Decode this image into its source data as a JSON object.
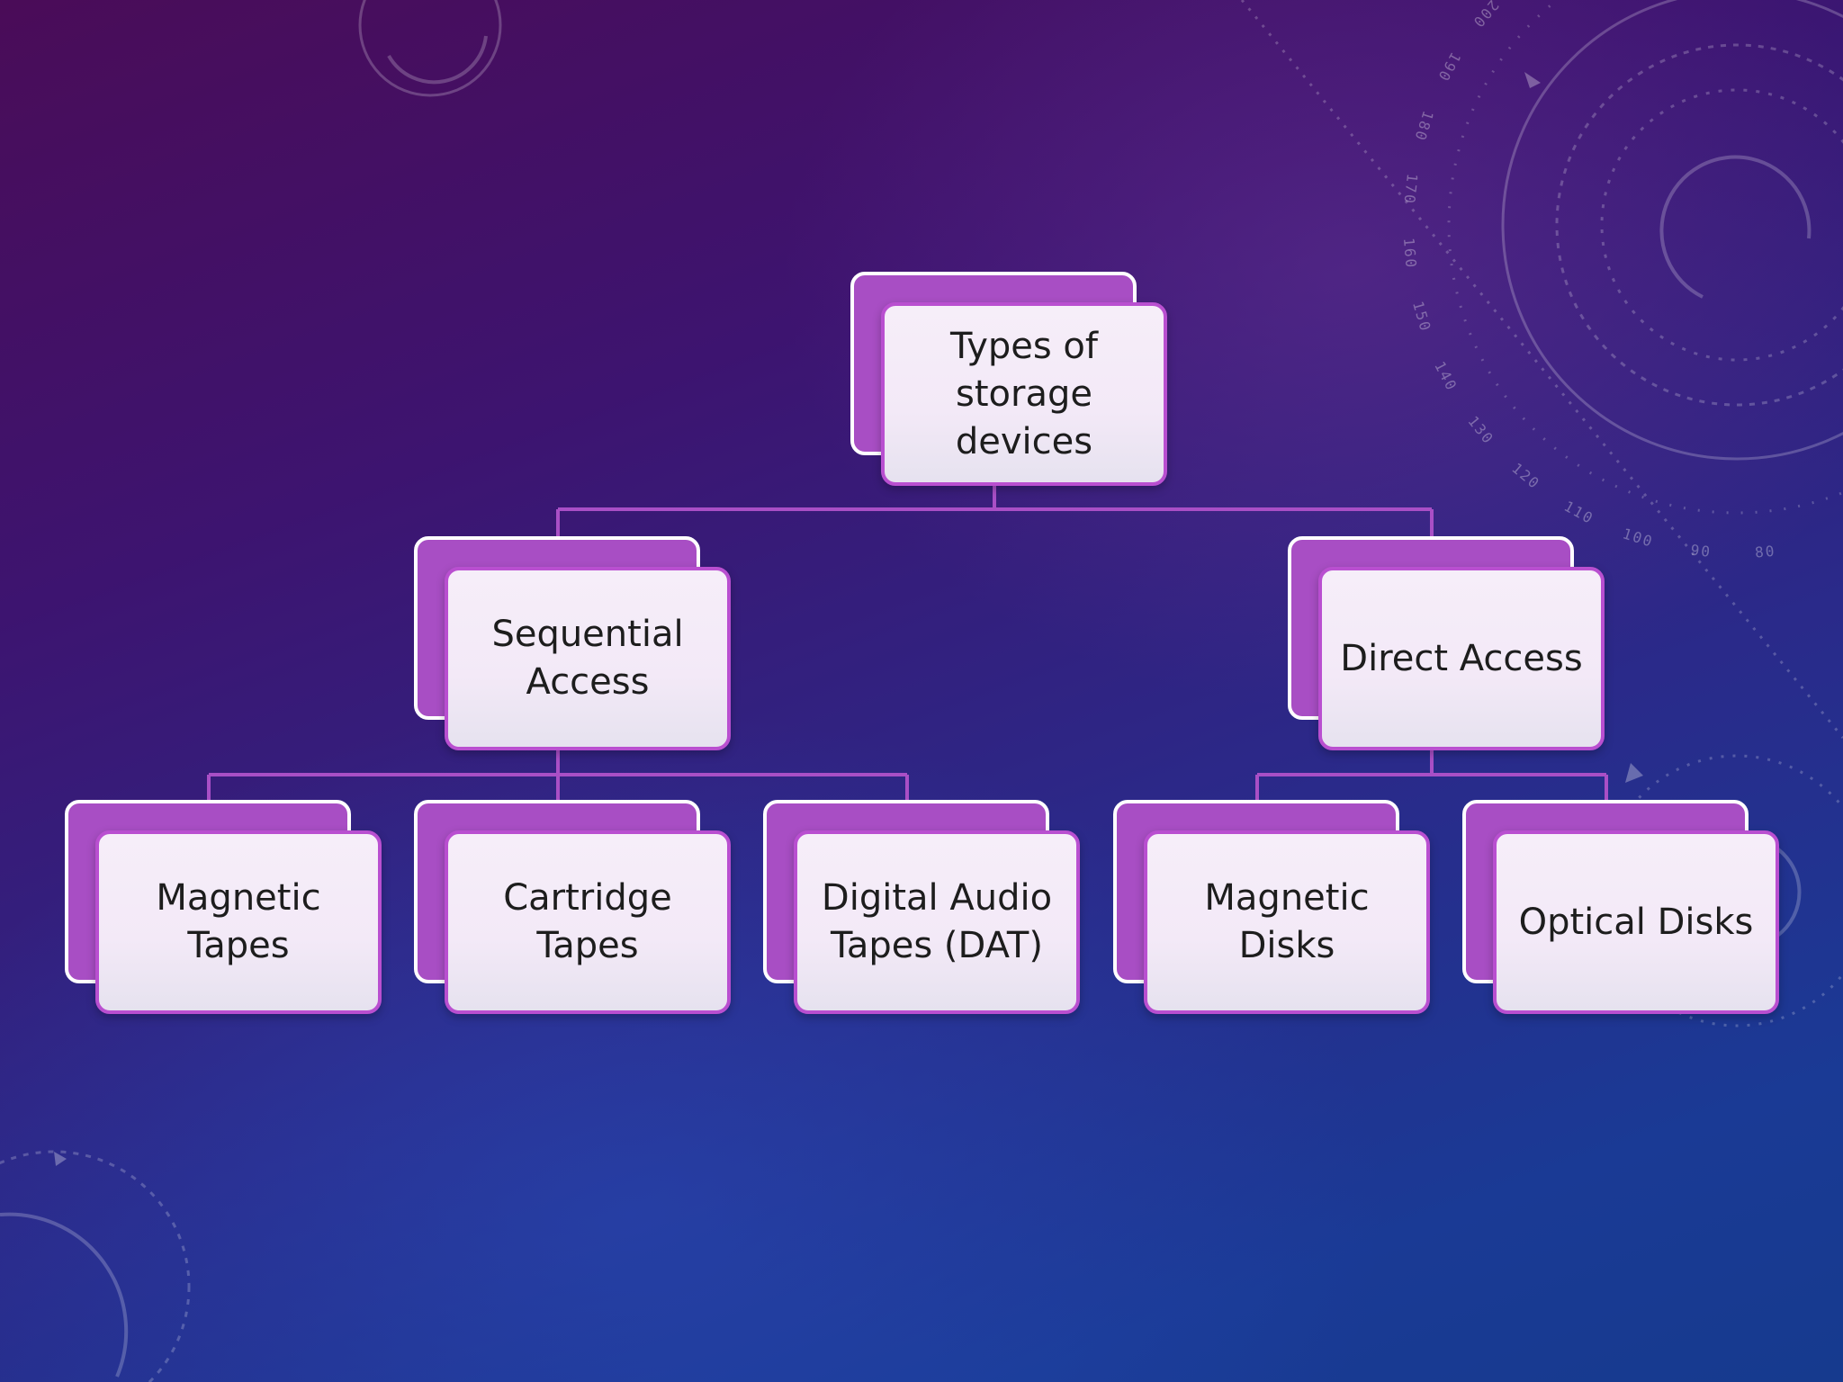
{
  "diagram": {
    "root": {
      "label": "Types of\nstorage\ndevices"
    },
    "level1": [
      {
        "label": "Sequential\nAccess"
      },
      {
        "label": "Direct Access"
      }
    ],
    "level2": [
      {
        "label": "Magnetic\nTapes"
      },
      {
        "label": "Cartridge\nTapes"
      },
      {
        "label": "Digital Audio\nTapes (DAT)"
      },
      {
        "label": "Magnetic\nDisks"
      },
      {
        "label": "Optical Disks"
      }
    ]
  },
  "decor": {
    "dial_ticks": [
      "80",
      "90",
      "100",
      "110",
      "120",
      "130",
      "140",
      "150",
      "160",
      "170",
      "180",
      "190",
      "200"
    ]
  },
  "colors": {
    "box_back": "#a84ec4",
    "box_front": "#f3e9f7",
    "box_border": "#b94fd0",
    "connector": "#a94fc6"
  }
}
